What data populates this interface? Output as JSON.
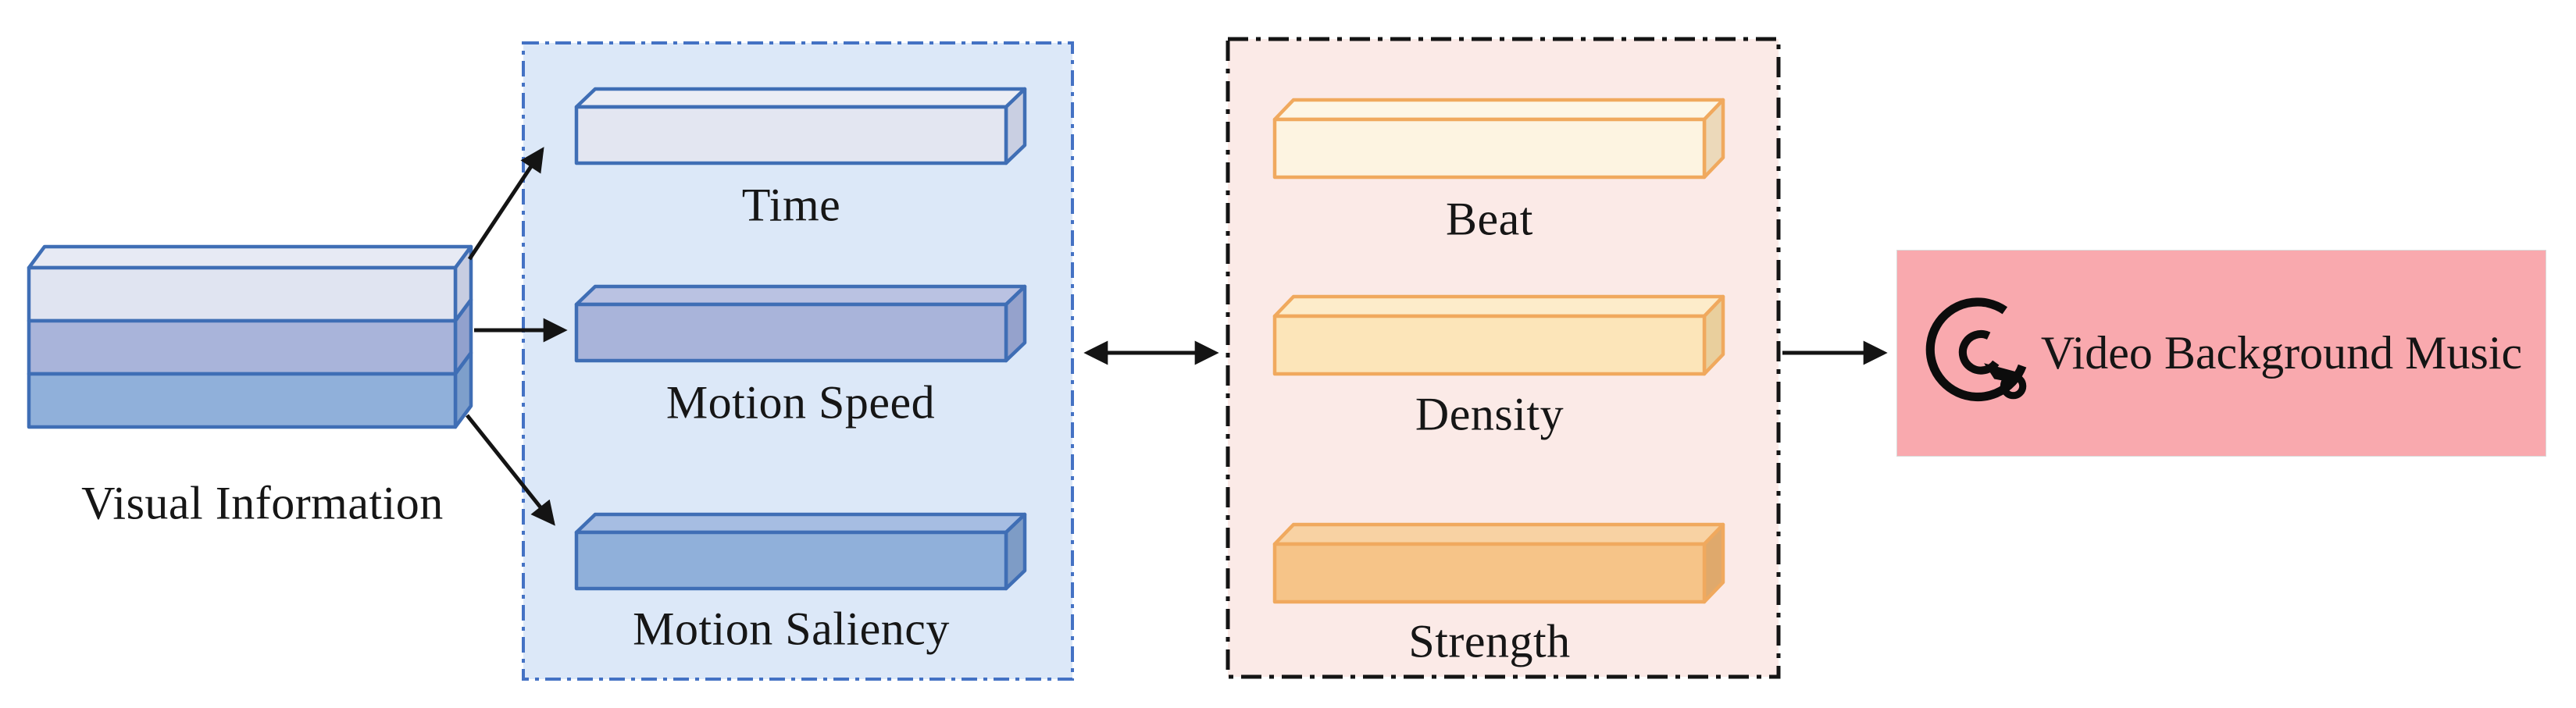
{
  "diagram": {
    "visual_information": {
      "label": "Visual Information"
    },
    "visual_features_group": {
      "items": [
        {
          "label": "Time",
          "bar_color": "#e0e4f1"
        },
        {
          "label": "Motion Speed",
          "bar_color": "#a9b4da"
        },
        {
          "label": "Motion Saliency",
          "bar_color": "#90b0da"
        }
      ],
      "fill": "#dce8f8",
      "border_color": "#4472c4",
      "border_style": "dash-dot"
    },
    "music_features_group": {
      "items": [
        {
          "label": "Beat",
          "bar_color": "#fdf4e1"
        },
        {
          "label": "Density",
          "bar_color": "#fce5b9"
        },
        {
          "label": "Strength",
          "bar_color": "#f6c488"
        }
      ],
      "fill": "#fbeae7",
      "border_color": "#141414",
      "border_style": "dash-dot",
      "bar_border_color": "#f0a95e"
    },
    "output": {
      "label": "Video Background Music",
      "icon": "music-note-icon",
      "fill": "#f9a9ae"
    },
    "connections": [
      {
        "from": "visual_information",
        "to": "Time",
        "type": "arrow"
      },
      {
        "from": "visual_information",
        "to": "Motion Speed",
        "type": "arrow"
      },
      {
        "from": "visual_information",
        "to": "Motion Saliency",
        "type": "arrow"
      },
      {
        "from": "visual_features_group",
        "to": "music_features_group",
        "type": "double-arrow"
      },
      {
        "from": "music_features_group",
        "to": "output",
        "type": "arrow"
      }
    ],
    "colors": {
      "stack_layer_1": "#e0e4f1",
      "stack_layer_2": "#a9b4da",
      "stack_layer_3": "#90b0da",
      "blue_stroke": "#3f6eb5",
      "arrow": "#141414",
      "output_fill": "#f9a9ae"
    }
  }
}
